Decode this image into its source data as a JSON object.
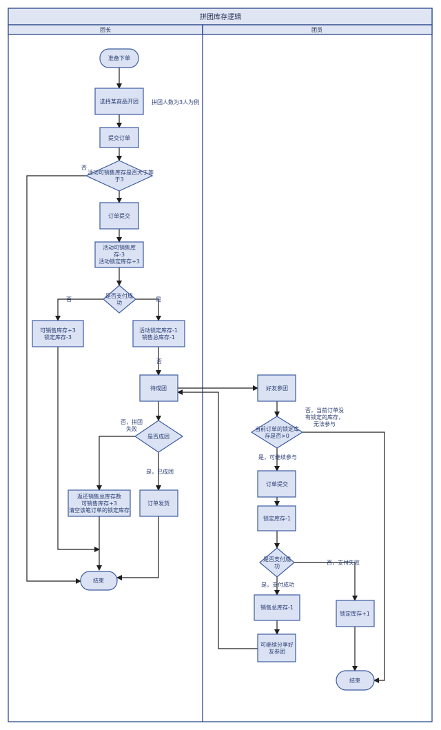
{
  "title": "拼团库存逻辑",
  "lanes": {
    "left": "团长",
    "right": "团员"
  },
  "note": "拼团人数为3人为例",
  "nodes": {
    "start": "准备下单",
    "select": "选择某商品开团",
    "submit": "提交订单",
    "check_stock": [
      "活动可销售库存是否大于等",
      "于3"
    ],
    "order_submit": "订单提交",
    "lock": [
      "活动可销售库",
      "存-3",
      "活动锁定库存+3"
    ],
    "pay_ok": [
      "是否支付成",
      "功"
    ],
    "fail_restore": [
      "可销售库存+3",
      "锁定库存-3"
    ],
    "success_update": [
      "活动锁定库存-1",
      "销售总库存-1"
    ],
    "waiting": "待成团",
    "grouped": "是否成团",
    "refund": [
      "返还销售总库存数",
      "可销售库存+3",
      "清空该笔订单的锁定库存"
    ],
    "ship": "订单发货",
    "end_left": "结束",
    "join": "好友参团",
    "check_lock": [
      "当前订单的锁定库",
      "存是否>0"
    ],
    "m_submit": "订单提交",
    "m_lock": "锁定库存-1",
    "m_pay": [
      "是否支付成",
      "功"
    ],
    "m_sales": "销售总库存-1",
    "share": [
      "可继续分享好",
      "友参团"
    ],
    "m_restore": "锁定库存+1",
    "end_right": "结束"
  },
  "labels": {
    "no1": "否",
    "no2": "否",
    "yes1": "是",
    "no3": "否",
    "fail_group": [
      "否，拼团",
      "失败"
    ],
    "yes_group": "是，已成团",
    "no_lock": [
      "否，当前订单没",
      "有锁定的库存，",
      "无法参与"
    ],
    "yes_continue": "是，可继续参与",
    "pay_fail": "否，支付失败",
    "pay_success": "是，支付成功"
  }
}
